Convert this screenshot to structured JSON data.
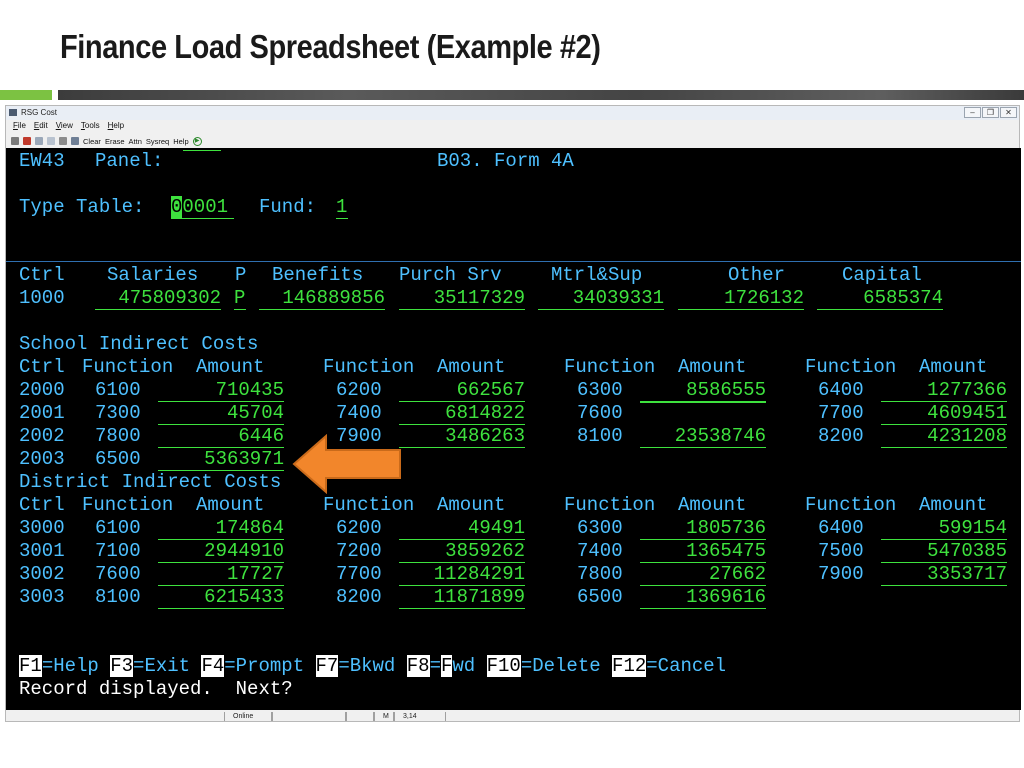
{
  "slide": {
    "title": "Finance Load Spreadsheet (Example #2)"
  },
  "window": {
    "title": "RSG Cost",
    "menu": [
      "File",
      "Edit",
      "View",
      "Tools",
      "Help"
    ],
    "toolbar": [
      "Clear",
      "Erase",
      "Attn",
      "Sysreq",
      "Help"
    ]
  },
  "screen": {
    "screen_id": "EW43",
    "panel_label": "Panel:",
    "panel_value": "",
    "form_title": "B03. Form 4A",
    "type_table_label": "Type Table:",
    "type_table_cursor": "0",
    "type_table_rest": "0001",
    "fund_label": "Fund:",
    "fund_value": "1",
    "main_headers": {
      "ctrl": "Ctrl",
      "salaries": "Salaries",
      "p": "P",
      "benefits": "Benefits",
      "purch": "Purch Srv",
      "mtrl": "Mtrl&Sup",
      "other": "Other",
      "capital": "Capital"
    },
    "main_row": {
      "ctrl": "1000",
      "salaries": "475809302",
      "p": "P",
      "benefits": "146889856",
      "purch": "35117329",
      "mtrl": "34039331",
      "other": "1726132",
      "capital": "6585374"
    },
    "school": {
      "heading": "School Indirect Costs",
      "header_ctrl": "Ctrl",
      "header_function": "Function",
      "header_amount": "Amount",
      "rows": [
        {
          "ctrl": "2000",
          "cells": [
            {
              "f": "6100",
              "a": "710435"
            },
            {
              "f": "6200",
              "a": "662567"
            },
            {
              "f": "6300",
              "a": "8586555"
            },
            {
              "f": "6400",
              "a": "1277366"
            }
          ]
        },
        {
          "ctrl": "2001",
          "cells": [
            {
              "f": "7300",
              "a": "45704"
            },
            {
              "f": "7400",
              "a": "6814822"
            },
            {
              "f": "7600",
              "a": ""
            },
            {
              "f": "7700",
              "a": "4609451"
            }
          ]
        },
        {
          "ctrl": "2002",
          "cells": [
            {
              "f": "7800",
              "a": "6446"
            },
            {
              "f": "7900",
              "a": "3486263"
            },
            {
              "f": "8100",
              "a": "23538746"
            },
            {
              "f": "8200",
              "a": "4231208"
            }
          ]
        },
        {
          "ctrl": "2003",
          "cells": [
            {
              "f": "6500",
              "a": "5363971"
            }
          ]
        }
      ]
    },
    "district": {
      "heading": "District Indirect Costs",
      "header_ctrl": "Ctrl",
      "header_function": "Function",
      "header_amount": "Amount",
      "rows": [
        {
          "ctrl": "3000",
          "cells": [
            {
              "f": "6100",
              "a": "174864"
            },
            {
              "f": "6200",
              "a": "49491"
            },
            {
              "f": "6300",
              "a": "1805736"
            },
            {
              "f": "6400",
              "a": "599154"
            }
          ]
        },
        {
          "ctrl": "3001",
          "cells": [
            {
              "f": "7100",
              "a": "2944910"
            },
            {
              "f": "7200",
              "a": "3859262"
            },
            {
              "f": "7400",
              "a": "1365475"
            },
            {
              "f": "7500",
              "a": "5470385"
            }
          ]
        },
        {
          "ctrl": "3002",
          "cells": [
            {
              "f": "7600",
              "a": "17727"
            },
            {
              "f": "7700",
              "a": "11284291"
            },
            {
              "f": "7800",
              "a": "27662"
            },
            {
              "f": "7900",
              "a": "3353717"
            }
          ]
        },
        {
          "ctrl": "3003",
          "cells": [
            {
              "f": "8100",
              "a": "6215433"
            },
            {
              "f": "8200",
              "a": "11871899"
            },
            {
              "f": "6500",
              "a": "1369616"
            }
          ]
        }
      ]
    },
    "fkeys": [
      {
        "key": "F1",
        "label": "=Help"
      },
      {
        "key": "F3",
        "label": "=Exit"
      },
      {
        "key": "F4",
        "label": "=Prompt"
      },
      {
        "key": "F7",
        "label": "=Bkwd"
      },
      {
        "key": "F8",
        "label": "="
      },
      {
        "key": "F",
        "label": "wd"
      },
      {
        "key": "F10",
        "label": "=Delete"
      },
      {
        "key": "F12",
        "label": "=Cancel"
      }
    ],
    "message": "Record displayed.  Next?"
  },
  "status": {
    "connection": "Online",
    "mode": "M",
    "position": "3,14"
  },
  "colors": {
    "accent_green": "#7cc242",
    "terminal_text": "#4ec0ff",
    "field_text": "#3ee23e",
    "arrow": "#f2862b"
  }
}
